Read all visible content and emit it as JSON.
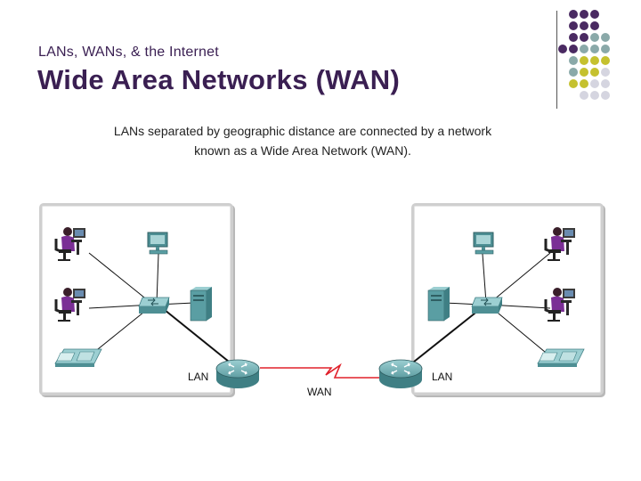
{
  "header": {
    "subtitle": "LANs, WANs, & the Internet",
    "title": "Wide Area Networks (WAN)"
  },
  "description": {
    "line1": "LANs separated by geographic distance are connected by a network",
    "line2": "known as a Wide Area Network (WAN)."
  },
  "diagram": {
    "left_lan_label": "LAN",
    "right_lan_label": "LAN",
    "wan_label": "WAN",
    "colors": {
      "device_teal": "#5a9ea3",
      "wan_link": "#e0202a",
      "person_purple": "#7a2f95",
      "deco_purple": "#4a2a62",
      "deco_teal": "#8aa9a9",
      "deco_yellow": "#c5c12f",
      "deco_gray": "#d5d5e0"
    },
    "icons": [
      "person-at-desk-icon",
      "desktop-pc-icon",
      "switch-icon",
      "server-icon",
      "ip-phone-icon",
      "router-icon"
    ]
  }
}
